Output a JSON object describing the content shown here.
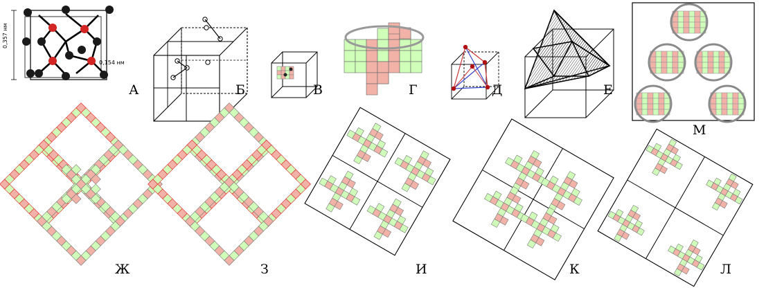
{
  "labels": {
    "A": "А",
    "B": "Б",
    "V": "В",
    "G": "Г",
    "D": "Д",
    "E": "Е",
    "M": "М",
    "ZH": "Ж",
    "Z": "З",
    "I": "И",
    "K": "К",
    "L": "Л"
  },
  "dimensions": {
    "cell_edge": "0,357 нм",
    "bond_length": "0,154 нм"
  },
  "colors": {
    "pink": "#f3b2a7",
    "green": "#cfffb8",
    "atom_red": "#d42525",
    "atom_dark": "#1a1a1a",
    "highlight_red": "#e02020",
    "circle_grey": "#8a8a8a"
  }
}
